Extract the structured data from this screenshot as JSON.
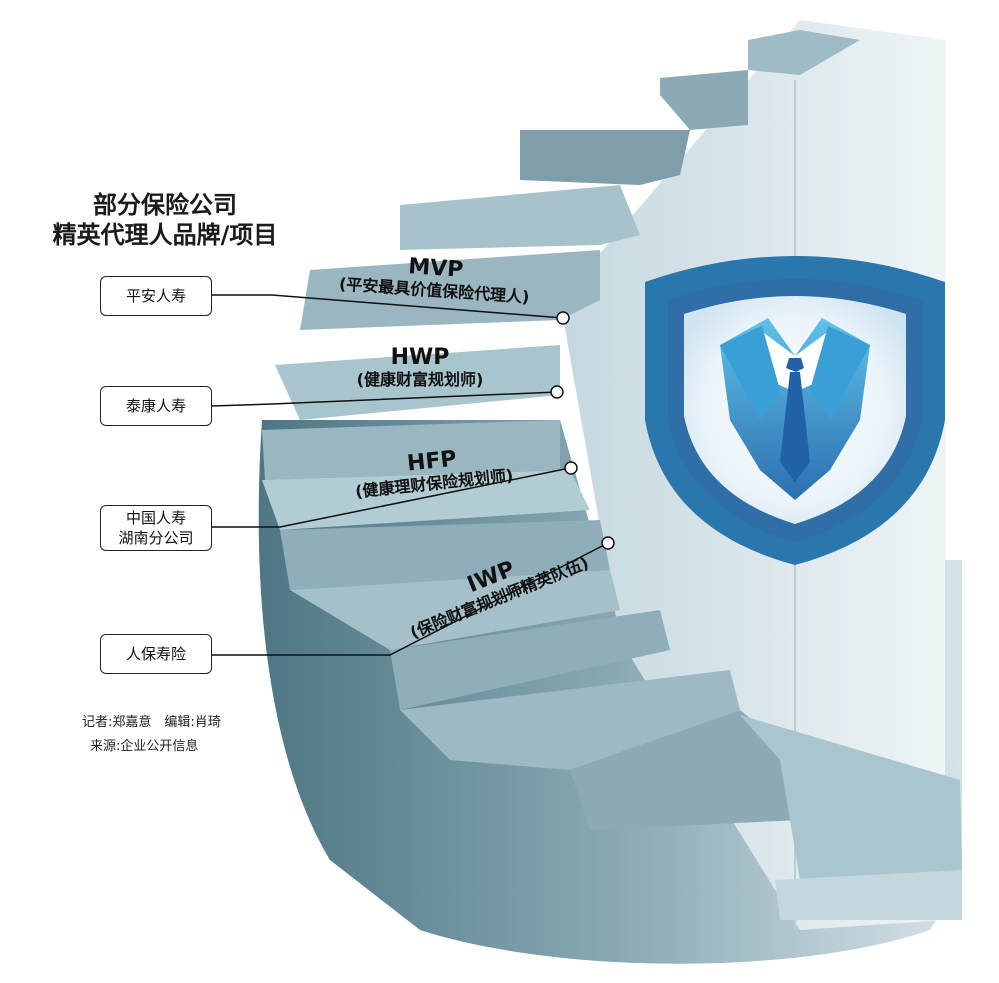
{
  "title": {
    "line1": "部分保险公司",
    "line2": "精英代理人品牌/项目"
  },
  "companies": [
    {
      "line1": "平安人寿",
      "line2": ""
    },
    {
      "line1": "泰康人寿",
      "line2": ""
    },
    {
      "line1": "中国人寿",
      "line2": "湖南分公司"
    },
    {
      "line1": "人保寿险",
      "line2": ""
    }
  ],
  "brands": [
    {
      "code": "MVP",
      "desc": "(平安最具价值保险代理人)"
    },
    {
      "code": "HWP",
      "desc": "(健康财富规划师)"
    },
    {
      "code": "HFP",
      "desc": "(健康理财保险规划师)"
    },
    {
      "code": "IWP",
      "desc": "(保险财富规划师精英队伍)"
    }
  ],
  "credits": {
    "line1": "记者:郑嘉意　编辑:肖琦",
    "line2": "来源:企业公开信息"
  },
  "colors": {
    "stair_light": "#a9c5ce",
    "stair_dark": "#5f8794",
    "shield_blue": "#2a77ad",
    "tie_blue": "#1f62a8"
  }
}
